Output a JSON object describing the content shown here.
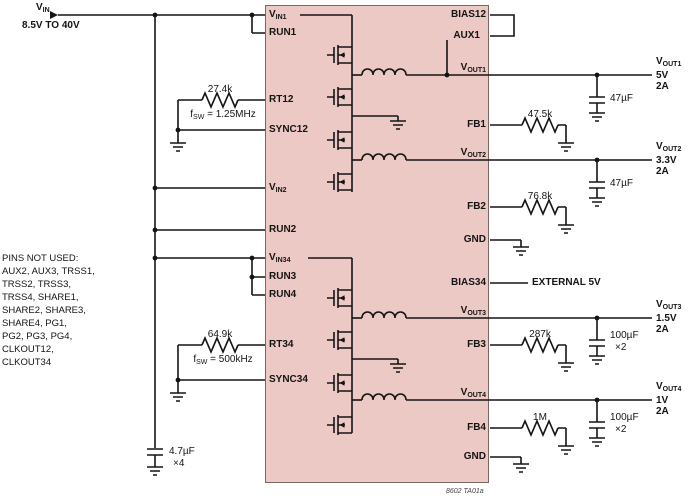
{
  "colors": {
    "block_fill": "#edc9c5",
    "block_border": "#7c6663",
    "wire": "#141414"
  },
  "input": {
    "name": "V_{IN}",
    "range": "8.5V TO 40V"
  },
  "ic": {
    "left_pins": [
      "V_{IN1}",
      "RUN1",
      "RT12",
      "SYNC12",
      "V_{IN2}",
      "RUN2",
      "V_{IN34}",
      "RUN3",
      "RUN4",
      "RT34",
      "SYNC34"
    ],
    "right_pins": [
      "BIAS12",
      "AUX1",
      "V_{OUT1}",
      "FB1",
      "V_{OUT2}",
      "FB2",
      "GND",
      "BIAS34",
      "V_{OUT3}",
      "FB3",
      "V_{OUT4}",
      "FB4",
      "GND"
    ]
  },
  "components": {
    "rt12": {
      "value": "27.4k",
      "freq": "f_{SW} = 1.25MHz"
    },
    "rt34": {
      "value": "64.9k",
      "freq": "f_{SW} = 500kHz"
    },
    "fb1": "47.5k",
    "fb2": "76.8k",
    "fb3": "287k",
    "fb4": "1M",
    "cout1": "47µF",
    "cout2": "47µF",
    "cout3": "100µF",
    "cout3_qty": "×2",
    "cout4": "100µF",
    "cout4_qty": "×2",
    "cin": "4.7µF",
    "cin_qty": "×4",
    "bias34_source": "EXTERNAL 5V"
  },
  "outputs": [
    {
      "name": "V_{OUT1}",
      "voltage": "5V",
      "current": "2A"
    },
    {
      "name": "V_{OUT2}",
      "voltage": "3.3V",
      "current": "2A"
    },
    {
      "name": "V_{OUT3}",
      "voltage": "1.5V",
      "current": "2A"
    },
    {
      "name": "V_{OUT4}",
      "voltage": "1V",
      "current": "2A"
    }
  ],
  "pins_not_used": [
    "PINS NOT USED:",
    "AUX2, AUX3, TRSS1,",
    "TRSS2, TRSS3,",
    "TRSS4, SHARE1,",
    "SHARE2, SHARE3,",
    "SHARE4, PG1,",
    "PG2, PG3, PG4,",
    "CLKOUT12,",
    "CLKOUT34"
  ],
  "caption": "8602 TA01a"
}
